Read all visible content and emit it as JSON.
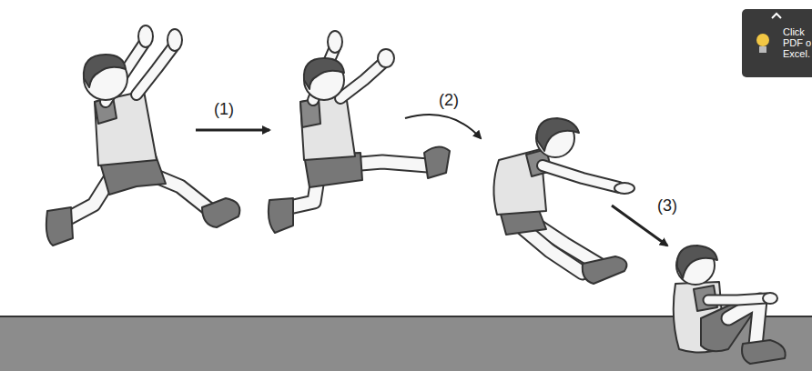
{
  "diagram": {
    "labels": [
      "(1)",
      "(2)",
      "(3)",
      "Click",
      "PDF o",
      "Excel."
    ]
  }
}
